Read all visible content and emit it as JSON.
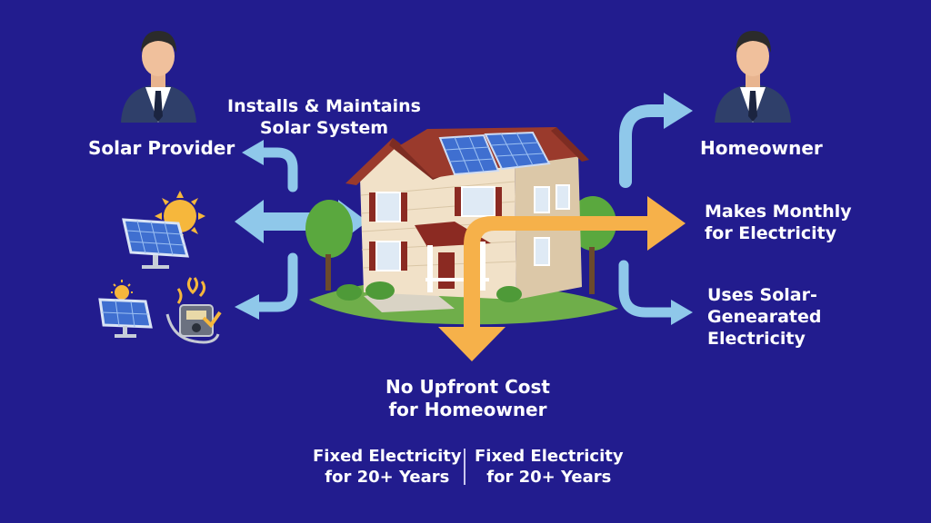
{
  "labels": {
    "solar_provider": "Solar Provider",
    "homeowner": "Homeowner",
    "installs_line1": "Installs & Maintains",
    "installs_line2": "Solar System",
    "monthly_line1": "Makes Monthly",
    "monthly_line2": "for Electricity",
    "solar_elec_line1": "Uses Solar-",
    "solar_elec_line2": "Genearated",
    "solar_elec_line3": "Electricity",
    "upfront_line1": "No Upfront Cost",
    "upfront_line2": "for Homeowner",
    "fixed_a_line1": "Fixed Electricity",
    "fixed_a_line2": "for 20+ Years",
    "fixed_b_line1": "Fixed Electricity",
    "fixed_b_line2": "for 20+ Years"
  },
  "colors": {
    "background": "#221c8e",
    "blue_arrow": "#8fc8ea",
    "orange_arrow": "#f6b14a",
    "roof": "#9a3a2c",
    "siding": "#f1e1c8",
    "suit": "#2f3f6a",
    "panel": "#3f6fd0",
    "sun": "#f6b73c",
    "tree": "#5aa83e"
  },
  "icons": {
    "provider_avatar": "businessman-icon",
    "homeowner_avatar": "businessman-icon",
    "solar_panel_sun": "solar-panel-sun-icon",
    "solar_panel_small": "solar-panel-icon",
    "meter": "electric-meter-icon",
    "house": "house-with-solar-roof-icon"
  }
}
